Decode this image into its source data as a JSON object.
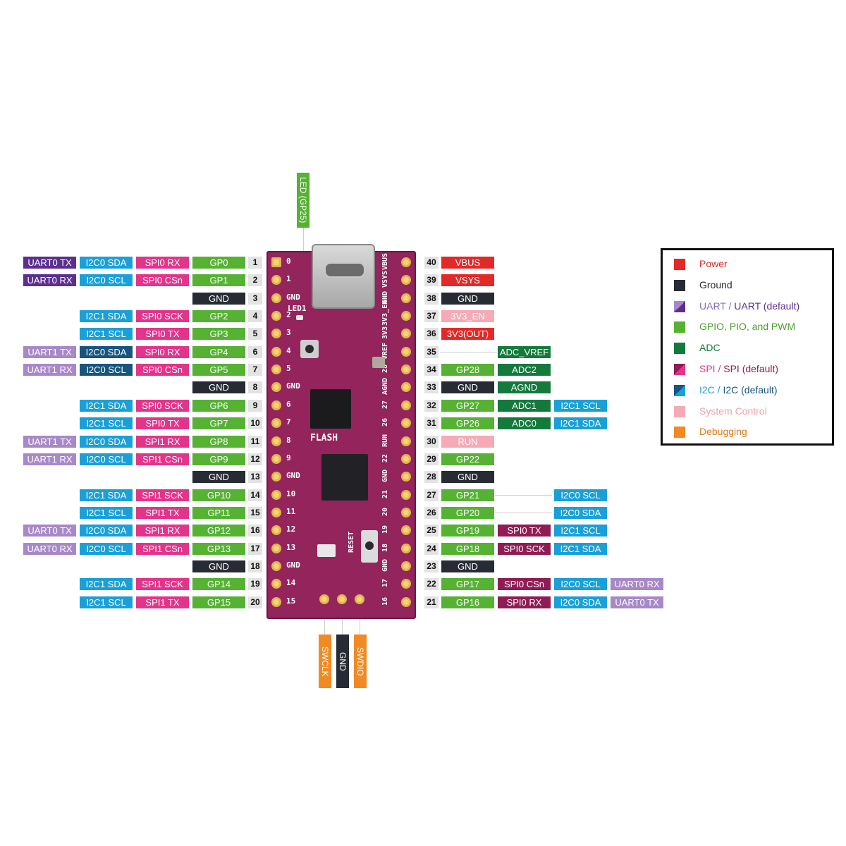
{
  "colors": {
    "power": "#e32828",
    "ground": "#272b33",
    "uart": "#5c2f8f",
    "uart_alt": "#a888c8",
    "gpio": "#55b233",
    "adc": "#137a3c",
    "spi": "#e3348c",
    "spi_alt": "#8f1c55",
    "i2c": "#1aa0d8",
    "i2c_alt": "#16557e",
    "system": "#f5aab5",
    "debug": "#f18a22"
  },
  "led_label": "LED (GP25)",
  "left_pins": [
    {
      "n": "1",
      "labels": [
        {
          "t": "UART0 TX",
          "c": "uart"
        },
        {
          "t": "I2C0 SDA",
          "c": "i2c"
        },
        {
          "t": "SPI0 RX",
          "c": "spi"
        },
        {
          "t": "GP0",
          "c": "gpio"
        }
      ]
    },
    {
      "n": "2",
      "labels": [
        {
          "t": "UART0 RX",
          "c": "uart"
        },
        {
          "t": "I2C0 SCL",
          "c": "i2c"
        },
        {
          "t": "SPI0 CSn",
          "c": "spi"
        },
        {
          "t": "GP1",
          "c": "gpio"
        }
      ]
    },
    {
      "n": "3",
      "labels": [
        {
          "t": "GND",
          "c": "ground"
        }
      ]
    },
    {
      "n": "4",
      "labels": [
        {
          "t": "I2C1 SDA",
          "c": "i2c"
        },
        {
          "t": "SPI0 SCK",
          "c": "spi"
        },
        {
          "t": "GP2",
          "c": "gpio"
        }
      ]
    },
    {
      "n": "5",
      "labels": [
        {
          "t": "I2C1 SCL",
          "c": "i2c"
        },
        {
          "t": "SPI0 TX",
          "c": "spi"
        },
        {
          "t": "GP3",
          "c": "gpio"
        }
      ]
    },
    {
      "n": "6",
      "labels": [
        {
          "t": "UART1 TX",
          "c": "uart_alt"
        },
        {
          "t": "I2C0 SDA",
          "c": "i2c_alt"
        },
        {
          "t": "SPI0 RX",
          "c": "spi"
        },
        {
          "t": "GP4",
          "c": "gpio"
        }
      ]
    },
    {
      "n": "7",
      "labels": [
        {
          "t": "UART1 RX",
          "c": "uart_alt"
        },
        {
          "t": "I2C0 SCL",
          "c": "i2c_alt"
        },
        {
          "t": "SPI0 CSn",
          "c": "spi"
        },
        {
          "t": "GP5",
          "c": "gpio"
        }
      ]
    },
    {
      "n": "8",
      "labels": [
        {
          "t": "GND",
          "c": "ground"
        }
      ]
    },
    {
      "n": "9",
      "labels": [
        {
          "t": "I2C1 SDA",
          "c": "i2c"
        },
        {
          "t": "SPI0 SCK",
          "c": "spi"
        },
        {
          "t": "GP6",
          "c": "gpio"
        }
      ]
    },
    {
      "n": "10",
      "labels": [
        {
          "t": "I2C1 SCL",
          "c": "i2c"
        },
        {
          "t": "SPI0 TX",
          "c": "spi"
        },
        {
          "t": "GP7",
          "c": "gpio"
        }
      ]
    },
    {
      "n": "11",
      "labels": [
        {
          "t": "UART1 TX",
          "c": "uart_alt"
        },
        {
          "t": "I2C0 SDA",
          "c": "i2c"
        },
        {
          "t": "SPI1 RX",
          "c": "spi"
        },
        {
          "t": "GP8",
          "c": "gpio"
        }
      ]
    },
    {
      "n": "12",
      "labels": [
        {
          "t": "UART1 RX",
          "c": "uart_alt"
        },
        {
          "t": "I2C0 SCL",
          "c": "i2c"
        },
        {
          "t": "SPI1 CSn",
          "c": "spi"
        },
        {
          "t": "GP9",
          "c": "gpio"
        }
      ]
    },
    {
      "n": "13",
      "labels": [
        {
          "t": "GND",
          "c": "ground"
        }
      ]
    },
    {
      "n": "14",
      "labels": [
        {
          "t": "I2C1 SDA",
          "c": "i2c"
        },
        {
          "t": "SPI1 SCK",
          "c": "spi"
        },
        {
          "t": "GP10",
          "c": "gpio"
        }
      ]
    },
    {
      "n": "15",
      "labels": [
        {
          "t": "I2C1 SCL",
          "c": "i2c"
        },
        {
          "t": "SPI1 TX",
          "c": "spi"
        },
        {
          "t": "GP11",
          "c": "gpio"
        }
      ]
    },
    {
      "n": "16",
      "labels": [
        {
          "t": "UART0 TX",
          "c": "uart_alt"
        },
        {
          "t": "I2C0 SDA",
          "c": "i2c"
        },
        {
          "t": "SPI1 RX",
          "c": "spi"
        },
        {
          "t": "GP12",
          "c": "gpio"
        }
      ]
    },
    {
      "n": "17",
      "labels": [
        {
          "t": "UART0 RX",
          "c": "uart_alt"
        },
        {
          "t": "I2C0 SCL",
          "c": "i2c"
        },
        {
          "t": "SPI1 CSn",
          "c": "spi"
        },
        {
          "t": "GP13",
          "c": "gpio"
        }
      ]
    },
    {
      "n": "18",
      "labels": [
        {
          "t": "GND",
          "c": "ground"
        }
      ]
    },
    {
      "n": "19",
      "labels": [
        {
          "t": "I2C1 SDA",
          "c": "i2c"
        },
        {
          "t": "SPI1 SCK",
          "c": "spi"
        },
        {
          "t": "GP14",
          "c": "gpio"
        }
      ]
    },
    {
      "n": "20",
      "labels": [
        {
          "t": "I2C1 SCL",
          "c": "i2c"
        },
        {
          "t": "SPI1 TX",
          "c": "spi"
        },
        {
          "t": "GP15",
          "c": "gpio"
        }
      ]
    }
  ],
  "right_pins": [
    {
      "n": "40",
      "labels": [
        {
          "t": "VBUS",
          "c": "power"
        }
      ]
    },
    {
      "n": "39",
      "labels": [
        {
          "t": "VSYS",
          "c": "power"
        }
      ]
    },
    {
      "n": "38",
      "labels": [
        {
          "t": "GND",
          "c": "ground"
        }
      ]
    },
    {
      "n": "37",
      "labels": [
        {
          "t": "3V3_EN",
          "c": "system"
        }
      ]
    },
    {
      "n": "36",
      "labels": [
        {
          "t": "3V3(OUT)",
          "c": "power"
        }
      ]
    },
    {
      "n": "35",
      "labels": [
        {
          "t": "",
          "c": "none"
        },
        {
          "t": "ADC_VREF",
          "c": "adc"
        }
      ]
    },
    {
      "n": "34",
      "labels": [
        {
          "t": "GP28",
          "c": "gpio"
        },
        {
          "t": "ADC2",
          "c": "adc"
        }
      ]
    },
    {
      "n": "33",
      "labels": [
        {
          "t": "GND",
          "c": "ground"
        },
        {
          "t": "AGND",
          "c": "adc"
        }
      ]
    },
    {
      "n": "32",
      "labels": [
        {
          "t": "GP27",
          "c": "gpio"
        },
        {
          "t": "ADC1",
          "c": "adc"
        },
        {
          "t": "I2C1 SCL",
          "c": "i2c"
        }
      ]
    },
    {
      "n": "31",
      "labels": [
        {
          "t": "GP26",
          "c": "gpio"
        },
        {
          "t": "ADC0",
          "c": "adc"
        },
        {
          "t": "I2C1 SDA",
          "c": "i2c"
        }
      ]
    },
    {
      "n": "30",
      "labels": [
        {
          "t": "RUN",
          "c": "system"
        }
      ]
    },
    {
      "n": "29",
      "labels": [
        {
          "t": "GP22",
          "c": "gpio"
        }
      ]
    },
    {
      "n": "28",
      "labels": [
        {
          "t": "GND",
          "c": "ground"
        }
      ]
    },
    {
      "n": "27",
      "labels": [
        {
          "t": "GP21",
          "c": "gpio"
        },
        {
          "t": "",
          "c": "none"
        },
        {
          "t": "I2C0 SCL",
          "c": "i2c"
        }
      ]
    },
    {
      "n": "26",
      "labels": [
        {
          "t": "GP20",
          "c": "gpio"
        },
        {
          "t": "",
          "c": "none"
        },
        {
          "t": "I2C0 SDA",
          "c": "i2c"
        }
      ]
    },
    {
      "n": "25",
      "labels": [
        {
          "t": "GP19",
          "c": "gpio"
        },
        {
          "t": "SPI0 TX",
          "c": "spi_alt"
        },
        {
          "t": "I2C1 SCL",
          "c": "i2c"
        }
      ]
    },
    {
      "n": "24",
      "labels": [
        {
          "t": "GP18",
          "c": "gpio"
        },
        {
          "t": "SPI0 SCK",
          "c": "spi_alt"
        },
        {
          "t": "I2C1 SDA",
          "c": "i2c"
        }
      ]
    },
    {
      "n": "23",
      "labels": [
        {
          "t": "GND",
          "c": "ground"
        }
      ]
    },
    {
      "n": "22",
      "labels": [
        {
          "t": "GP17",
          "c": "gpio"
        },
        {
          "t": "SPI0 CSn",
          "c": "spi_alt"
        },
        {
          "t": "I2C0 SCL",
          "c": "i2c"
        },
        {
          "t": "UART0 RX",
          "c": "uart_alt"
        }
      ]
    },
    {
      "n": "21",
      "labels": [
        {
          "t": "GP16",
          "c": "gpio"
        },
        {
          "t": "SPI0 RX",
          "c": "spi_alt"
        },
        {
          "t": "I2C0 SDA",
          "c": "i2c"
        },
        {
          "t": "UART0 TX",
          "c": "uart_alt"
        }
      ]
    }
  ],
  "bottom_pins": [
    {
      "t": "SWCLK",
      "c": "debug"
    },
    {
      "t": "GND",
      "c": "ground"
    },
    {
      "t": "SWDIO",
      "c": "debug"
    }
  ],
  "board_silk": {
    "left": [
      "0",
      "1",
      "GND",
      "2",
      "3",
      "4",
      "5",
      "GND",
      "6",
      "7",
      "8",
      "9",
      "GND",
      "10",
      "11",
      "12",
      "13",
      "GND",
      "14",
      "15"
    ],
    "right": [
      "VBUS",
      "VSYS",
      "GND",
      "3V3_EN",
      "3V3",
      "VREF",
      "28",
      "AGND",
      "27",
      "26",
      "RUN",
      "22",
      "GND",
      "21",
      "20",
      "19",
      "18",
      "GND",
      "17",
      "16"
    ],
    "led": "LED1",
    "flash": "FLASH",
    "reset": "RESET"
  },
  "legend": [
    {
      "t": "Power",
      "c": "power",
      "tc": "#d62828"
    },
    {
      "t": "Ground",
      "c": "ground",
      "tc": "#272b33"
    },
    {
      "t": "UART / UART (default)",
      "c": "uart",
      "c2": "uart_alt",
      "tc": "#8a6cb8",
      "tc2": "#5c2f8f",
      "split": 7
    },
    {
      "t": "GPIO, PIO, and PWM",
      "c": "gpio",
      "tc": "#4b9e2a"
    },
    {
      "t": "ADC",
      "c": "adc",
      "tc": "#137a3c"
    },
    {
      "t": "SPI / SPI (default)",
      "c": "spi",
      "c2": "spi_alt",
      "tc": "#e3348c",
      "tc2": "#8f1c55",
      "split": 6
    },
    {
      "t": "I2C / I2C (default)",
      "c": "i2c",
      "c2": "i2c_alt",
      "tc": "#1aa0d8",
      "tc2": "#16557e",
      "split": 6
    },
    {
      "t": "System Control",
      "c": "system",
      "tc": "#f0a0ad"
    },
    {
      "t": "Debugging",
      "c": "debug",
      "tc": "#d97a18"
    }
  ]
}
